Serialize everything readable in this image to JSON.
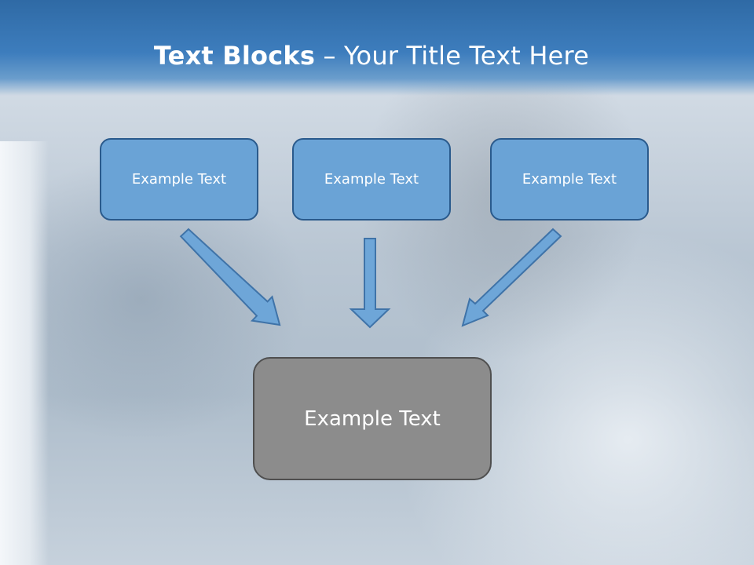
{
  "slide": {
    "title_bold": "Text Blocks",
    "title_rest": " – Your Title Text Here",
    "boxes": [
      {
        "label": "Example Text"
      },
      {
        "label": "Example Text"
      },
      {
        "label": "Example Text"
      }
    ],
    "result_box": {
      "label": "Example Text"
    }
  },
  "colors": {
    "header_blue": "#3d7dbd",
    "box_fill": "#6aa3d6",
    "box_border": "#2a5a8c",
    "result_fill": "#8c8c8c",
    "arrow_fill": "#6ea6d8"
  },
  "icons": [
    "arrow-down-right-icon",
    "arrow-down-icon",
    "arrow-down-left-icon"
  ]
}
